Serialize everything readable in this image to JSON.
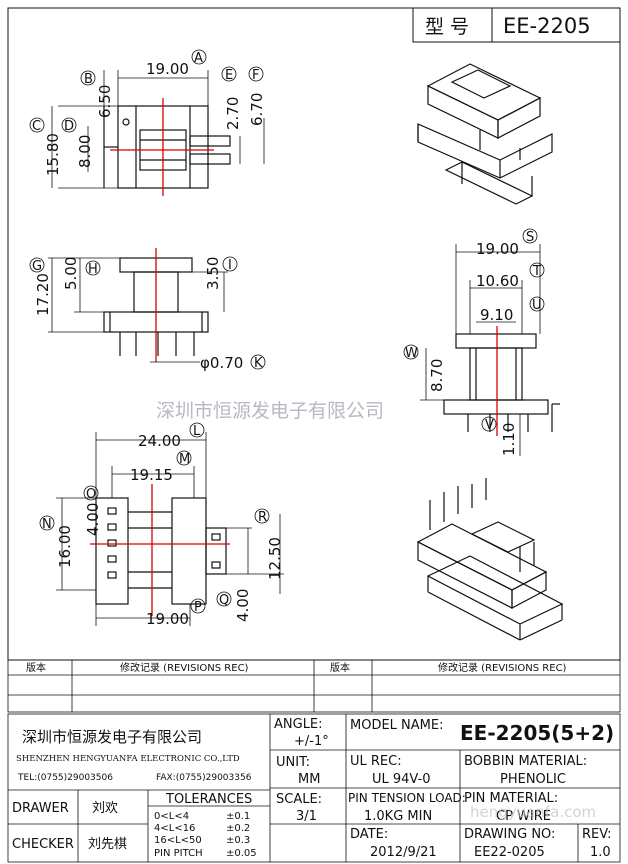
{
  "header": {
    "model_label": "型 号",
    "model_value": "EE-2205"
  },
  "dims": {
    "d19_top": "19.00",
    "d650": "6.50",
    "d270": "2.70",
    "d670": "6.70",
    "d1580": "15.80",
    "d800": "8.00",
    "d500": "5.00",
    "d1720": "17.20",
    "d350": "3.50",
    "d070": "φ0.70",
    "d1900_r": "19.00",
    "d1060": "10.60",
    "d910": "9.10",
    "d870": "8.70",
    "d110": "1.10",
    "d2400": "24.00",
    "d1915": "19.15",
    "d1600": "16.00",
    "d400_l": "4.00",
    "d1250": "12.50",
    "d400_r": "4.00",
    "d1900_b": "19.00"
  },
  "letters": [
    "A",
    "B",
    "C",
    "D",
    "E",
    "F",
    "G",
    "H",
    "I",
    "K",
    "S",
    "T",
    "U",
    "W",
    "V",
    "L",
    "M",
    "N",
    "O",
    "R",
    "P",
    "Q"
  ],
  "watermark": "深圳市恒源发电子有限公司",
  "revisions": {
    "ver_label": "版本",
    "rec_label": "修改记录 (REVISIONS REC)"
  },
  "company": {
    "name_cn": "深圳市恒源发电子有限公司",
    "name_en": "SHENZHEN HENGYUANFA ELECTRONIC CO.,LTD",
    "tel": "TEL:(0755)29003506",
    "fax": "FAX:(0755)29003356"
  },
  "title_block": {
    "angle_label": "ANGLE:",
    "angle_value": "+/-1°",
    "unit_label": "UNIT:",
    "unit_value": "MM",
    "scale_label": "SCALE:",
    "scale_value": "3/1",
    "model_label": "MODEL NAME:",
    "model_value": "EE-2205(5+2)",
    "ul_label": "UL REC:",
    "ul_value": "UL 94V-0",
    "bobbin_label": "BOBBIN MATERIAL:",
    "bobbin_value": "PHENOLIC",
    "pin_tension_label": "PIN TENSION LOAD:",
    "pin_tension_value": "1.0KG MIN",
    "pin_material_label": "PIN MATERIAL:",
    "pin_material_value": "CP WIRE",
    "date_label": "DATE:",
    "date_value": "2012/9/21",
    "drawing_label": "DRAWING NO:",
    "drawing_value": "EE22-0205",
    "rev_label": "REV:",
    "rev_value": "1.0",
    "drawer_label": "DRAWER",
    "drawer_value": "刘欢",
    "checker_label": "CHECKER",
    "checker_value": "刘先棋",
    "tolerances_label": "TOLERANCES",
    "tolerances": [
      {
        "range": "0<L<4",
        "value": "±0.1"
      },
      {
        "range": "4<L<16",
        "value": "±0.2"
      },
      {
        "range": "16<L<50",
        "value": "±0.3"
      },
      {
        "range": "PIN PITCH",
        "value": "±0.05"
      }
    ]
  },
  "site_watermark": "hengyuanfa.com"
}
